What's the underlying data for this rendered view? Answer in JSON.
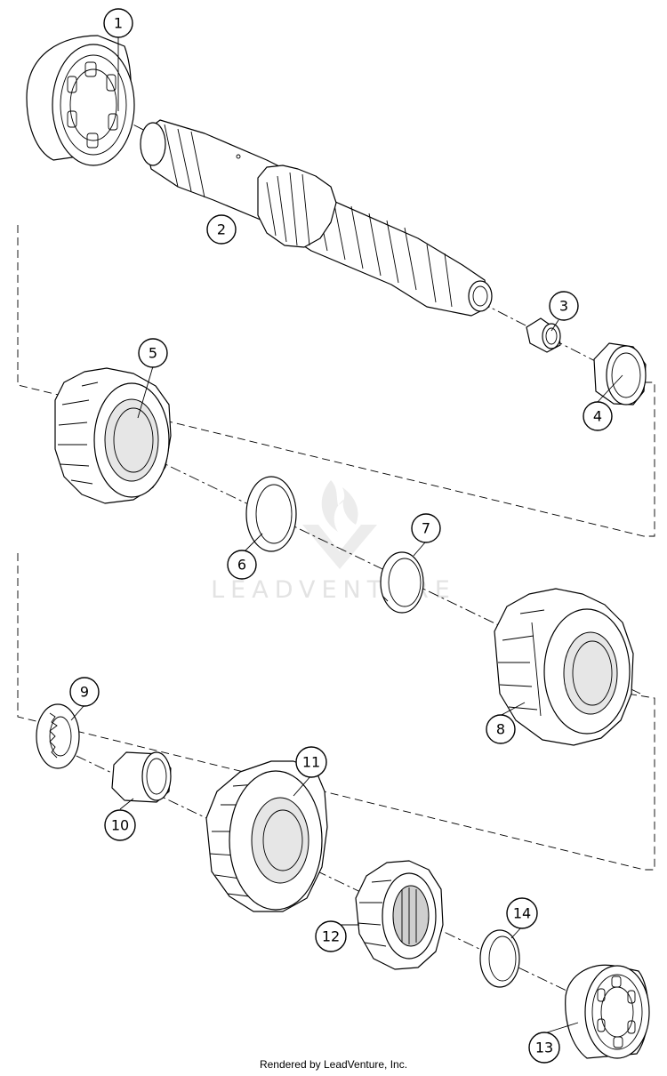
{
  "diagram": {
    "callouts": [
      {
        "label": "1"
      },
      {
        "label": "2"
      },
      {
        "label": "3"
      },
      {
        "label": "4"
      },
      {
        "label": "5"
      },
      {
        "label": "6"
      },
      {
        "label": "7"
      },
      {
        "label": "8"
      },
      {
        "label": "9"
      },
      {
        "label": "10"
      },
      {
        "label": "11"
      },
      {
        "label": "12"
      },
      {
        "label": "13"
      },
      {
        "label": "14"
      }
    ]
  },
  "watermark": {
    "text": "LEADVENTURE"
  },
  "footer": {
    "text": "Rendered by LeadVenture, Inc."
  }
}
